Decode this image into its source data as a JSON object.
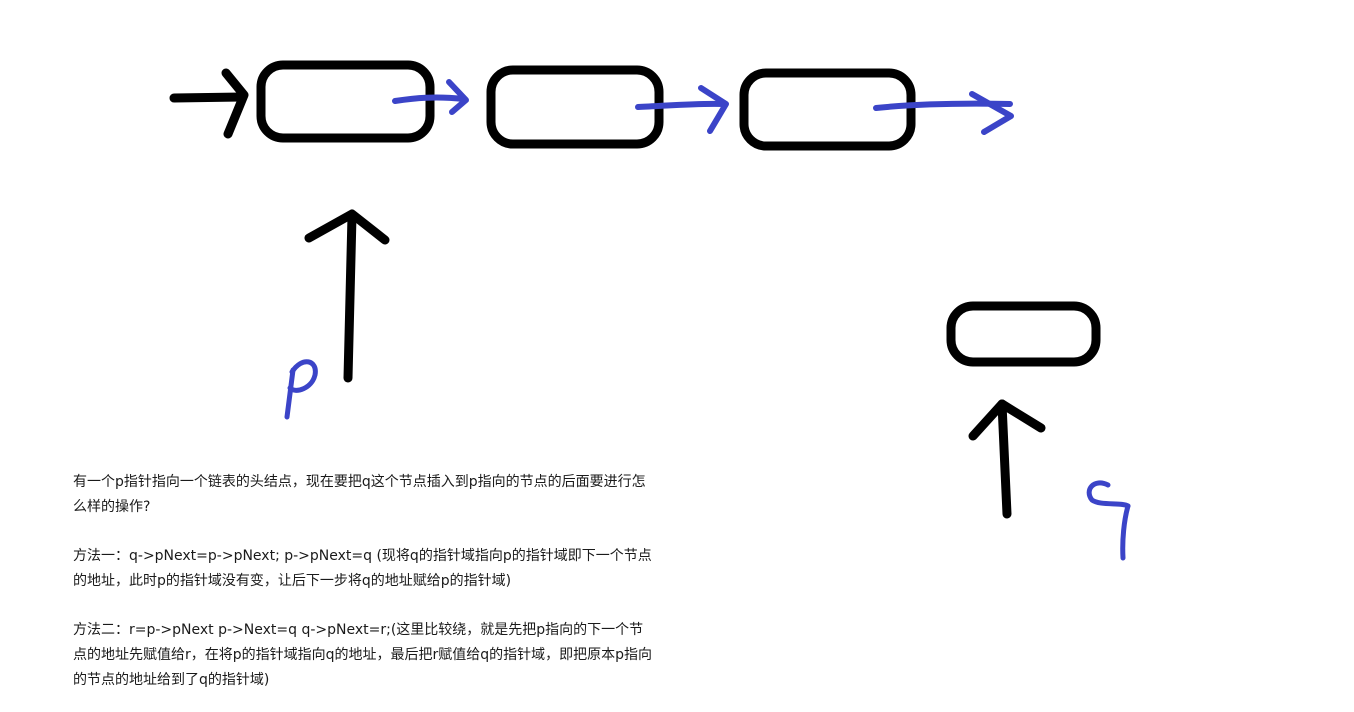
{
  "diagram": {
    "colors": {
      "ink": "#000000",
      "link_ink": "#3b44c8",
      "background": "#ffffff"
    },
    "nodes": [
      {
        "id": "node-1",
        "role": "linked-list-node"
      },
      {
        "id": "node-2",
        "role": "linked-list-node"
      },
      {
        "id": "node-3",
        "role": "linked-list-node"
      },
      {
        "id": "node-q",
        "role": "node-to-insert"
      }
    ],
    "pointer_labels": {
      "p": "p",
      "q": "q"
    }
  },
  "notes": {
    "question": "有一个p指针指向一个链表的头结点，现在要把q这个节点插入到p指向的节点的后面要进行怎么样的操作?",
    "method1": "方法一：q->pNext=p->pNext;   p->pNext=q (现将q的指针域指向p的指针域即下一个节点的地址，此时p的指针域没有变，让后下一步将q的地址赋给p的指针域)",
    "method2": "方法二：r=p->pNext  p->Next=q  q->pNext=r;(这里比较绕，就是先把p指向的下一个节点的地址先赋值给r，在将p的指针域指向q的地址，最后把r赋值给q的指针域，即把原本p指向的节点的地址给到了q的指针域)"
  }
}
